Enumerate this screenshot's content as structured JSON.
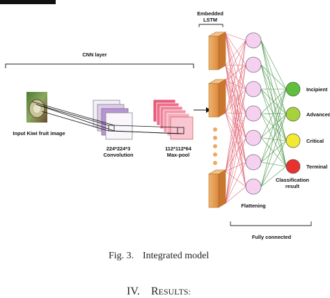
{
  "diagram": {
    "cnn_layer_label": "CNN layer",
    "input_label": "Input Kiwi fruit image",
    "conv_size": "224*224*3",
    "conv_label": "Convolution",
    "pool_size": "112*112*64",
    "pool_label": "Max-pool",
    "lstm_label_line1": "Embedded",
    "lstm_label_line2": "LSTM",
    "flatten_label": "Flattening",
    "fully_connected_label": "Fully connected",
    "classification_label_line1": "Classification",
    "classification_label_line2": "result",
    "outputs": [
      {
        "label": "Incipient",
        "color": "#5fbf3a"
      },
      {
        "label": "Advanced",
        "color": "#a6d23c"
      },
      {
        "label": "Critical",
        "color": "#f2ea32"
      },
      {
        "label": "Terminal",
        "color": "#e8322d"
      }
    ],
    "colors": {
      "lstm": "#e8a25a",
      "hidden_node": "#f6d1ef",
      "red_edge": "#e06070",
      "green_edge": "#3a8c3a",
      "pool_front": "#e85a7a",
      "conv_front": "#b994d6"
    }
  },
  "caption": {
    "fig_number": "Fig. 3.",
    "fig_title": "Integrated model"
  },
  "section": {
    "number": "IV.",
    "first_letter": "R",
    "rest": "ESULTS:"
  }
}
